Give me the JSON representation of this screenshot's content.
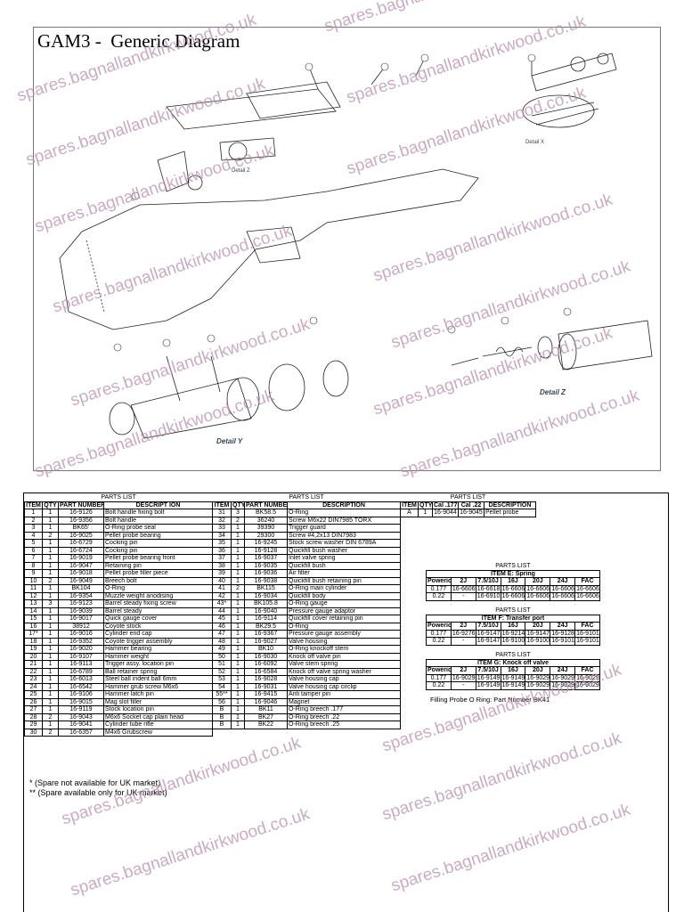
{
  "title": "GAM3 -  Generic Diagram",
  "detail_labels": {
    "y": "Detail Y",
    "z": "Detail Z",
    "z2": "Detail Z",
    "x": "Detail X"
  },
  "watermark": "spares.bagnallandkirkwood.co.uk",
  "table1": {
    "caption": "PARTS LIST",
    "headers": [
      "ITEM",
      "QTY",
      "PART NUMBER",
      "DESCRIPT ION"
    ],
    "rows": [
      [
        "1",
        "1",
        "16-9126",
        "Bolt handle fixing bolt"
      ],
      [
        "2",
        "1",
        "16-9356",
        "Bolt handle"
      ],
      [
        "3",
        "1",
        "BK65’",
        "O-Ring probe seal"
      ],
      [
        "4",
        "2",
        "16-9025",
        "Pellet probe bearing"
      ],
      [
        "5",
        "1",
        "16-6729",
        "Cocking pin"
      ],
      [
        "6",
        "1",
        "16-6724",
        "Cocking pin"
      ],
      [
        "7",
        "1",
        "16-9019",
        "Pellet probe bearing front"
      ],
      [
        "8",
        "1",
        "16-9047",
        "Retaining pin"
      ],
      [
        "9",
        "1",
        "16-9018",
        "Pellet probe filler piece"
      ],
      [
        "10",
        "2",
        "16-9049",
        "Breech bolt"
      ],
      [
        "11",
        "1",
        "BK104",
        "O-Ring"
      ],
      [
        "12",
        "1",
        "16-9354",
        "Muzzle weight anodising"
      ],
      [
        "13",
        "3",
        "16-9123",
        "Barrel steady fixing screw"
      ],
      [
        "14",
        "1",
        "16-9039",
        "Barrel steady"
      ],
      [
        "15",
        "1",
        "16-9017",
        "Quick gauge cover"
      ],
      [
        "16",
        "1",
        "38912",
        "Coyote stock"
      ],
      [
        "17*",
        "1",
        "16-9016",
        "Cylinder end cap"
      ],
      [
        "18",
        "1",
        "16-9352",
        "Coyote trigger assembly"
      ],
      [
        "19",
        "1",
        "16-9020",
        "Hammer bearing"
      ],
      [
        "20",
        "1",
        "16-9107",
        "Hammer weight"
      ],
      [
        "21",
        "1",
        "16-9113",
        "Trigger assy. location pin"
      ],
      [
        "22",
        "1",
        "16-6789",
        "Ball retainer spring"
      ],
      [
        "23",
        "1",
        "16-6013",
        "Steel ball indent ball 6mm"
      ],
      [
        "24",
        "1",
        "16-6542",
        "Hammer grub screw M6x6"
      ],
      [
        "25",
        "1",
        "16-9106",
        "Hammer latch pin"
      ],
      [
        "26",
        "1",
        "16-9015",
        "Mag slot filler"
      ],
      [
        "27",
        "1",
        "16-9119",
        "Stock location pin"
      ],
      [
        "28",
        "2",
        "16-9043",
        "M6x6 Socket cap plain head"
      ],
      [
        "29",
        "1",
        "16-9041",
        "Cylinder tube rifle"
      ],
      [
        "30",
        "2",
        "16-6357",
        "M4x6 Grubscrew"
      ]
    ]
  },
  "table2": {
    "caption": "PARTS LIST",
    "headers": [
      "ITEM",
      "QTY",
      "PART NUMBER",
      "DESCRIPTION"
    ],
    "rows": [
      [
        "31",
        "3",
        "BK58.5",
        "O-Ring"
      ],
      [
        "32",
        "2",
        "36240",
        "Screw M6x22 DIN7985 TORX"
      ],
      [
        "33",
        "1",
        "39390",
        "Trigger guard"
      ],
      [
        "34",
        "1",
        "29300",
        "Screw #4,2x13 DIN7983"
      ],
      [
        "35",
        "1",
        "16-9245",
        "Stock screw washer DIN 6789A"
      ],
      [
        "36",
        "1",
        "16-9128",
        "Quickfill bush washer"
      ],
      [
        "37",
        "1",
        "16-9037",
        "Inlet valve spring"
      ],
      [
        "38",
        "1",
        "16-9035",
        "Quickfill bush"
      ],
      [
        "39",
        "1",
        "16-9036",
        "Air filter"
      ],
      [
        "40",
        "1",
        "16-9038",
        "Quickfill bush retaining pin"
      ],
      [
        "41",
        "2",
        "BK115",
        "O-Ring main cylinder"
      ],
      [
        "42",
        "1",
        "16-9034",
        "Quickfill body"
      ],
      [
        "43*",
        "1",
        "BK105.8",
        "O-Ring gauge"
      ],
      [
        "44",
        "1",
        "16-9040",
        "Pressure gauge adaptor"
      ],
      [
        "45",
        "1",
        "16-9114",
        "Quickfill cover retaining pin"
      ],
      [
        "46",
        "1",
        "BK29.5",
        "O-Ring"
      ],
      [
        "47",
        "1",
        "16-9367",
        "Pressure gauge assembly"
      ],
      [
        "48",
        "1",
        "16-9027",
        "Valve housing"
      ],
      [
        "49",
        "1",
        "BK10",
        "O-Ring knockoff stem"
      ],
      [
        "50",
        "1",
        "16-9030",
        "Knock off valve pin"
      ],
      [
        "51",
        "1",
        "16-6092",
        "Valve stem spring"
      ],
      [
        "52",
        "1",
        "16-6584",
        "Knock off valve spring washer"
      ],
      [
        "53",
        "1",
        "16-9028",
        "Valve housing cap"
      ],
      [
        "54",
        "1",
        "16-9031",
        "Valve housing cap circlip"
      ],
      [
        "55**",
        "1",
        "16-9415",
        "Anti tamper pin"
      ],
      [
        "56",
        "1",
        "16-9046",
        "Magnet"
      ],
      [
        "B",
        "1",
        "BK11",
        "O-Ring breech .177"
      ],
      [
        "B",
        "1",
        "BK27",
        "O-Ring breech .22"
      ],
      [
        "B",
        "1",
        "BK22",
        "O-Ring breech .25"
      ]
    ]
  },
  "table3": {
    "caption": "PARTS LIST",
    "headers": [
      "ITEM",
      "QTY",
      "Cal .177",
      "Cal .22",
      "DESCRIPTION"
    ],
    "rows": [
      [
        "A",
        "1",
        "16-9044",
        "16-9045",
        "Pellet probe"
      ]
    ]
  },
  "table4": {
    "caption": "PARTS LIST",
    "subtitle": "ITEM E: Spring",
    "headers": [
      "Powerical",
      "2J",
      "7.5/10J",
      "16J",
      "20J",
      "24J",
      "FAC"
    ],
    "rows": [
      [
        "0.177",
        "16-6606",
        "16-6618",
        "16-6606",
        "16-6606",
        "16-6606",
        "16-6606"
      ],
      [
        "0.22",
        "-",
        "16-6910",
        "16-6606",
        "16-6606",
        "16-6606",
        "16-6606"
      ]
    ]
  },
  "table5": {
    "caption": "PARTS LIST",
    "subtitle": "ITEM F: Transfer port",
    "headers": [
      "Powerical",
      "2J",
      "7.5/10J",
      "16J",
      "20J",
      "24J",
      "FAC"
    ],
    "rows": [
      [
        "0.177",
        "16-9276",
        "16-9147",
        "16-9214",
        "16-9147",
        "16-9128",
        "16-9101"
      ],
      [
        "0.22",
        "-",
        "16-9147",
        "16-9100",
        "16-9100",
        "16-9101",
        "16-9101"
      ]
    ]
  },
  "table6": {
    "caption": "PARTS LIST",
    "subtitle": "ITEM G: Knock off valve",
    "headers": [
      "Powerical",
      "2J",
      "7.5/10J",
      "16J",
      "20J",
      "24J",
      "FAC"
    ],
    "rows": [
      [
        "0.177",
        "16-9029",
        "16-9149",
        "16-9149",
        "16-9029",
        "16-9029",
        "16-9029"
      ],
      [
        "0.22",
        "-",
        "16-9149",
        "16-9149",
        "16-9029",
        "16-9029",
        "16-9029"
      ]
    ]
  },
  "filling_note": "Filling Probe O Ring: Part Number BK41",
  "footnotes": [
    "* (Spare not available for UK market)",
    "** (Spare available only for UK market)"
  ]
}
